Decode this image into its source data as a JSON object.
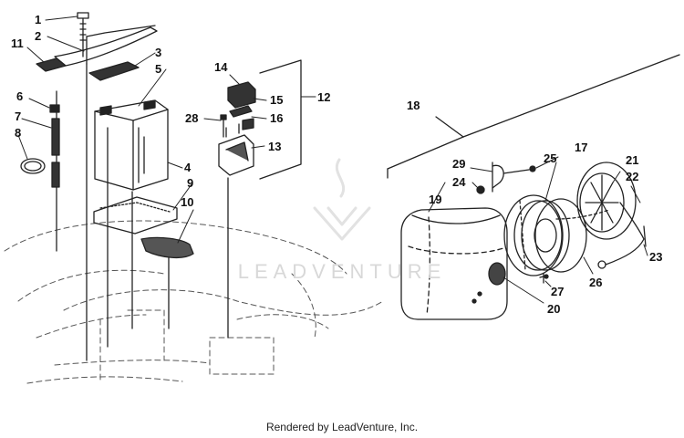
{
  "diagram": {
    "callouts": [
      "1",
      "2",
      "3",
      "4",
      "5",
      "6",
      "7",
      "8",
      "9",
      "10",
      "11",
      "12",
      "13",
      "14",
      "15",
      "16",
      "17",
      "18",
      "19",
      "20",
      "21",
      "22",
      "23",
      "24",
      "25",
      "26",
      "27",
      "28",
      "29"
    ]
  },
  "watermark": {
    "text": "LEADVENTURE"
  },
  "footer": {
    "text": "Rendered by LeadVenture, Inc."
  }
}
